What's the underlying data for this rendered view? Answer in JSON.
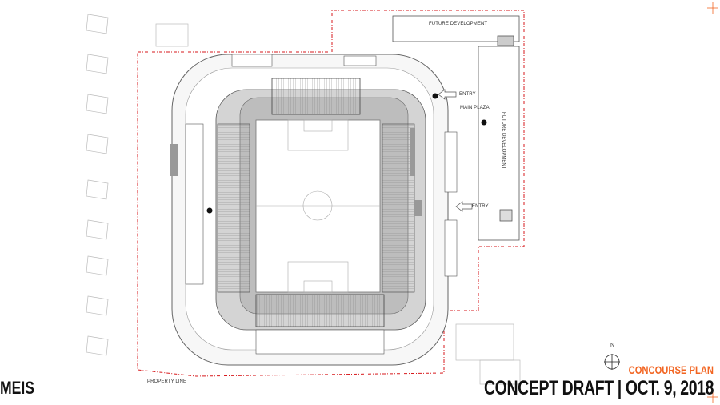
{
  "drawing": {
    "labels": {
      "future_dev_top": "FUTURE DEVELOPMENT",
      "future_dev_right": "FUTURE DEVELOPMENT",
      "entry_top": "ENTRY",
      "entry_bottom": "ENTRY",
      "main_plaza": "MAIN PLAZA",
      "property_line": "PROPERTY LINE",
      "north": "N"
    },
    "colors": {
      "property_line": "#d7191c",
      "accent": "#f26522",
      "ink": "#555555"
    }
  },
  "title_block": {
    "logo": "MEIS",
    "subtitle": "CONCOURSE PLAN",
    "title": "CONCEPT DRAFT | OCT. 9, 2018"
  }
}
